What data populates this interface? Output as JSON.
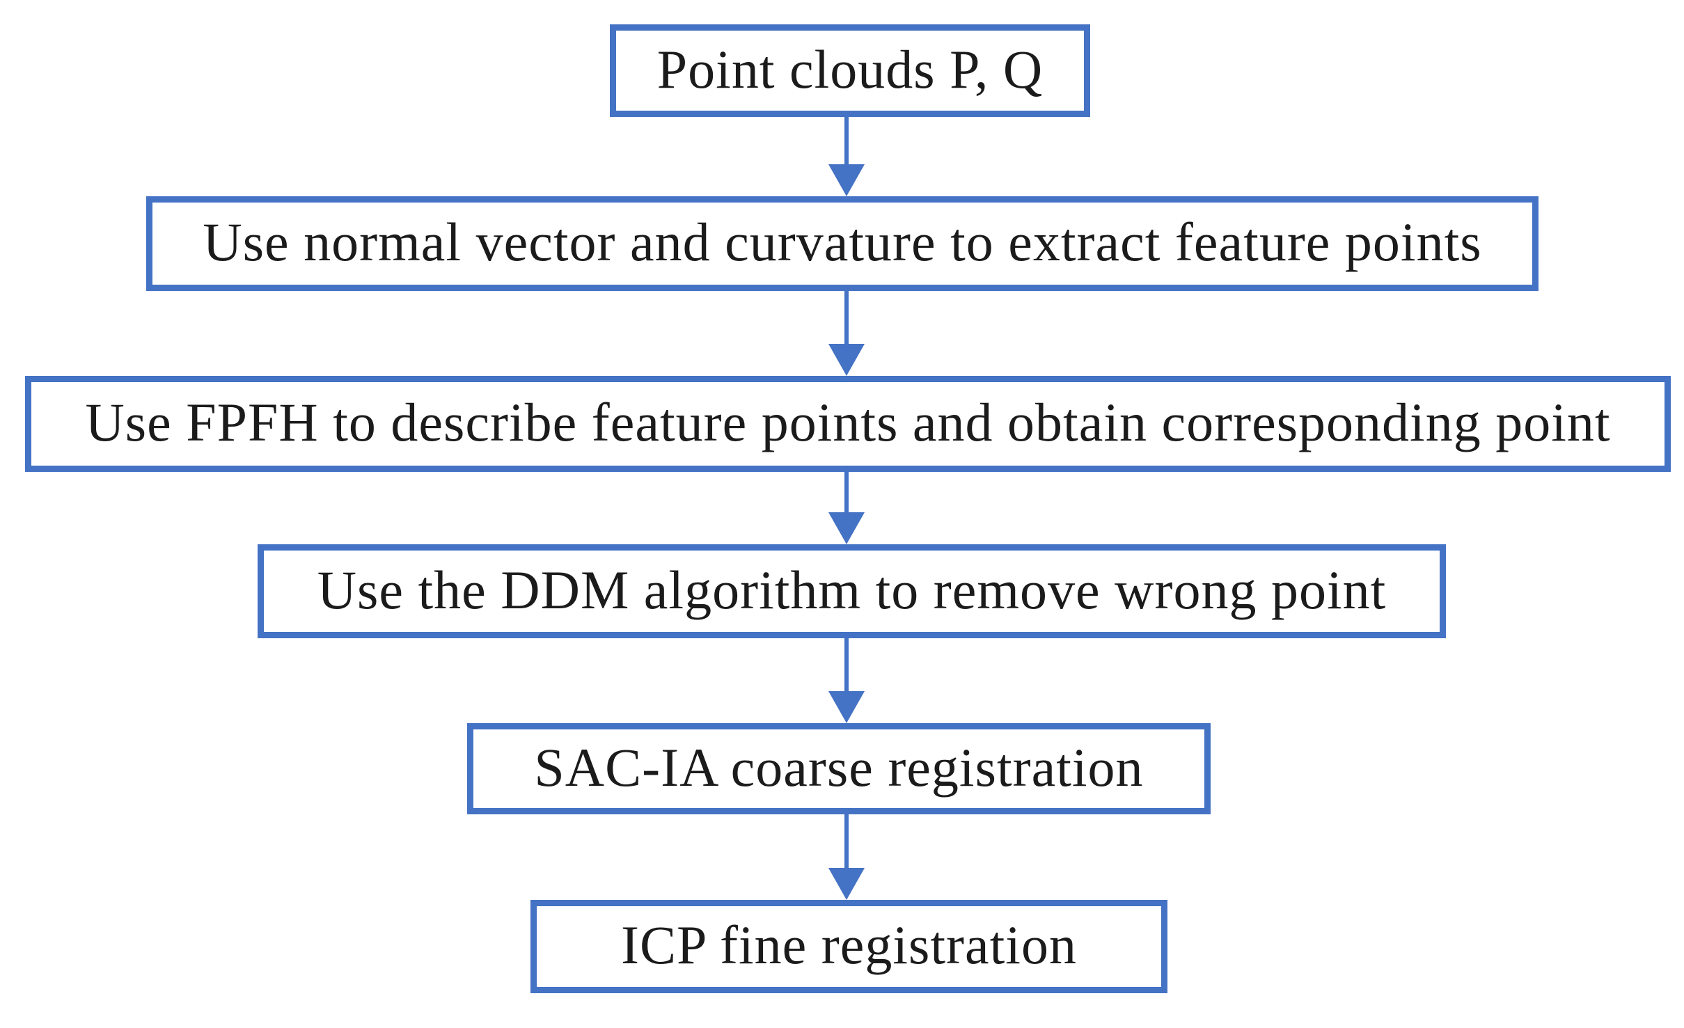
{
  "figure": {
    "kind": "flowchart",
    "direction": "top-down",
    "accent_color": "#4472C4",
    "text_color": "#1b1b1b",
    "background_color": "#ffffff"
  },
  "flowchart": {
    "steps": [
      {
        "id": "point-clouds",
        "label": "Point clouds P, Q"
      },
      {
        "id": "feature-extraction",
        "label": "Use normal vector and curvature to extract feature points"
      },
      {
        "id": "fpfh-correspondence",
        "label": "Use FPFH to describe feature points and obtain corresponding point"
      },
      {
        "id": "ddm-filter",
        "label": "Use the DDM algorithm to remove wrong point"
      },
      {
        "id": "sac-ia-coarse",
        "label": "SAC-IA coarse registration"
      },
      {
        "id": "icp-fine",
        "label": "ICP fine registration"
      }
    ],
    "connectors": [
      {
        "from": "point-clouds",
        "to": "feature-extraction",
        "icon": "down-arrow"
      },
      {
        "from": "feature-extraction",
        "to": "fpfh-correspondence",
        "icon": "down-arrow"
      },
      {
        "from": "fpfh-correspondence",
        "to": "ddm-filter",
        "icon": "down-arrow"
      },
      {
        "from": "ddm-filter",
        "to": "sac-ia-coarse",
        "icon": "down-arrow"
      },
      {
        "from": "sac-ia-coarse",
        "to": "icp-fine",
        "icon": "down-arrow"
      }
    ]
  }
}
